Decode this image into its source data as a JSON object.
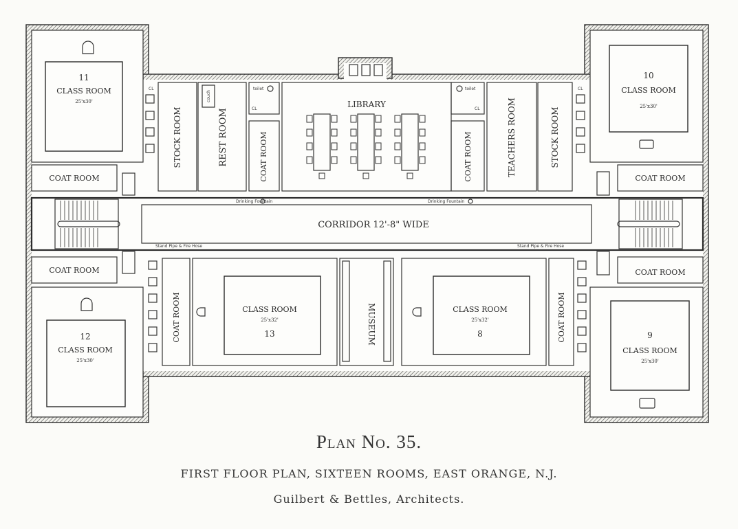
{
  "plan": {
    "rooms": {
      "r11": {
        "num": "11",
        "name": "CLASS ROOM",
        "size": "25'x30'"
      },
      "r10": {
        "num": "10",
        "name": "CLASS ROOM",
        "size": "25'x30'"
      },
      "r12": {
        "num": "12",
        "name": "CLASS ROOM",
        "size": "25'x30'"
      },
      "r9": {
        "num": "9",
        "name": "CLASS ROOM",
        "size": "25'x30'"
      },
      "r13": {
        "num": "13",
        "name": "CLASS ROOM",
        "size": "25'x32'"
      },
      "r8": {
        "num": "8",
        "name": "CLASS ROOM",
        "size": "25'x32'"
      },
      "stock_left": "STOCK ROOM",
      "stock_right": "STOCK ROOM",
      "rest": "REST ROOM",
      "teachers": "TEACHERS ROOM",
      "library": "LIBRARY",
      "museum": "MUSEUM",
      "corridor": "CORRIDOR 12'-8\" WIDE",
      "coat": "COAT ROOM",
      "couch": "couch",
      "toilet": "toilet",
      "cl": "CL",
      "drinking": "Drinking Fountain",
      "standpipe": "Stand Pipe & Fire Hose"
    }
  },
  "caption": {
    "title": "Plan No. 35.",
    "subtitle": "FIRST FLOOR PLAN, SIXTEEN ROOMS, EAST ORANGE, N.J.",
    "architects": "Guilbert & Bettles, Architects."
  }
}
